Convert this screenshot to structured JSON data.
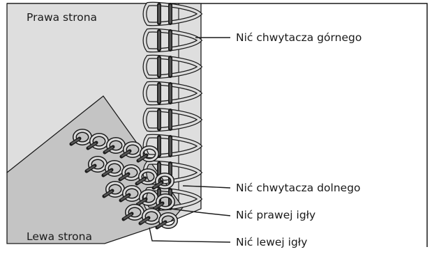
{
  "diagram": {
    "side_labels": {
      "right_side": "Prawa strona",
      "left_side": "Lewa strona"
    },
    "callouts": [
      {
        "id": "upper-looper",
        "label": "Nić chwytacza górnego"
      },
      {
        "id": "lower-looper",
        "label": "Nić chwytacza dolnego"
      },
      {
        "id": "right-needle",
        "label": "Nić prawej igły"
      },
      {
        "id": "left-needle",
        "label": "Nić lewej igły"
      }
    ],
    "colors": {
      "right_fabric": "#dedede",
      "left_fabric": "#c4c4c4",
      "thread_light": "#dcdcdc",
      "thread_dark": "#555555",
      "outline": "#1a1a1a"
    }
  }
}
